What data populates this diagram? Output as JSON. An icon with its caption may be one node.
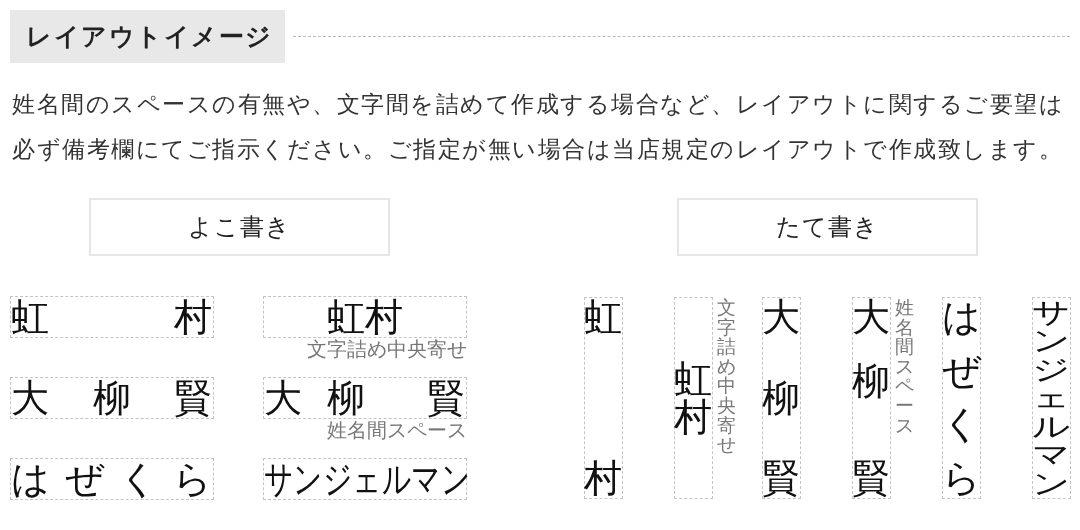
{
  "diagram": {
    "title": "レイアウトイメージ",
    "nodes": [
      {
        "text": [
          "よこ書き"
        ]
      },
      {
        "text": [
          "虹村"
        ]
      },
      {
        "text": [
          "虹村"
        ],
        "beside": [
          "文字詰め中央寄せ"
        ]
      },
      {
        "text": [
          "大柳賢"
        ]
      },
      {
        "text": [
          "大柳 賢"
        ],
        "beside": [
          "姓名間スペース"
        ]
      },
      {
        "text": [
          "はぜくら"
        ]
      },
      {
        "text": [
          "サンジェルマン"
        ]
      },
      {
        "text": [
          "たて書き"
        ]
      },
      {
        "text": [
          "虹",
          "村"
        ]
      },
      {
        "text": [
          "虹村"
        ],
        "beside": [
          "文字詰め中央寄せ"
        ]
      },
      {
        "text": [
          "大柳賢"
        ]
      },
      {
        "text": [
          "大柳",
          "賢"
        ],
        "beside": [
          "姓名間スペース"
        ]
      },
      {
        "text": [
          "はぜくら"
        ]
      },
      {
        "text": [
          "サンジェルマン"
        ]
      }
    ],
    "labels": [
      "姓名間のスペースの有無や、文字間を詰めて作成する場合など、レイアウトに関するご要望は必ず備考欄にてご指示ください。ご指定が無い場合は当店規定のレイアウトで作成致します。"
    ]
  }
}
